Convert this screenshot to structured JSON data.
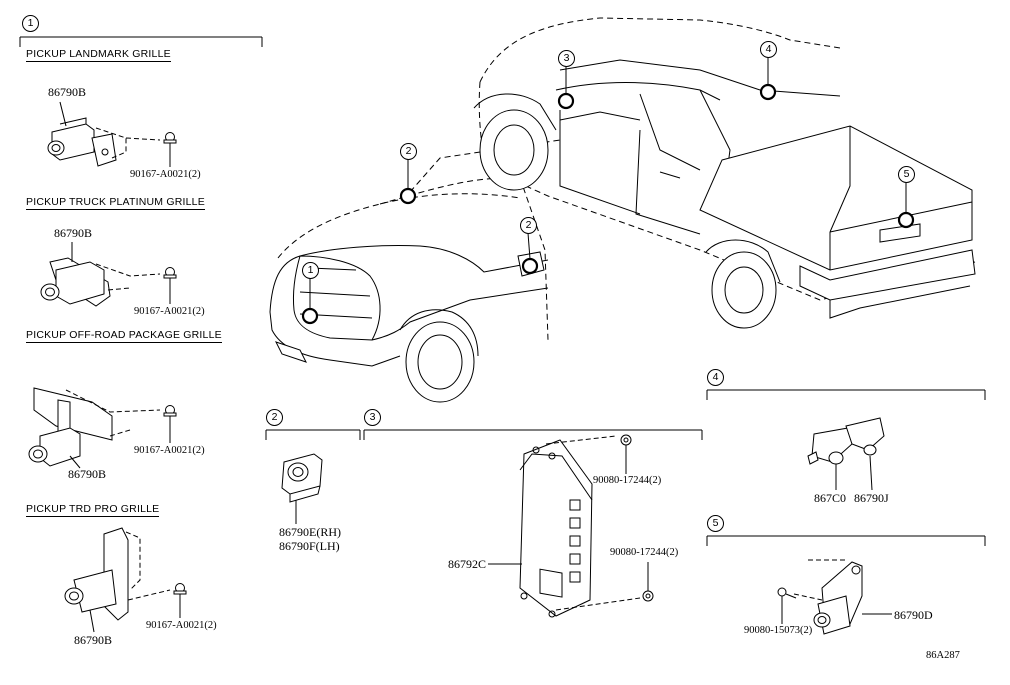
{
  "diagram_code": "86A287",
  "section_numbers": [
    "1",
    "2",
    "3",
    "4",
    "5"
  ],
  "vehicle_callouts": [
    "1",
    "2",
    "2",
    "3",
    "4",
    "5"
  ],
  "grille_headers": [
    "PICKUP LANDMARK GRILLE",
    "PICKUP TRUCK PLATINUM GRILLE",
    "PICKUP OFF-ROAD PACKAGE GRILLE",
    "PICKUP TRD PRO GRILLE"
  ],
  "parts": {
    "camera_front_a": "86790B",
    "camera_front_b": "86790B",
    "camera_front_c": "86790B",
    "camera_front_d": "86790B",
    "bolt_a": "90167-A0021(2)",
    "bolt_b": "90167-A0021(2)",
    "bolt_c": "90167-A0021(2)",
    "bolt_d": "90167-A0021(2)",
    "side_camera_rh": "86790E(RH)",
    "side_camera_lh": "86790F(LH)",
    "ecu": "86792C",
    "nut_top": "90080-17244(2)",
    "nut_bottom": "90080-17244(2)",
    "interior_a": "867C0",
    "interior_b": "86790J",
    "rear_camera": "86790D",
    "rear_screw": "90080-15073(2)"
  }
}
